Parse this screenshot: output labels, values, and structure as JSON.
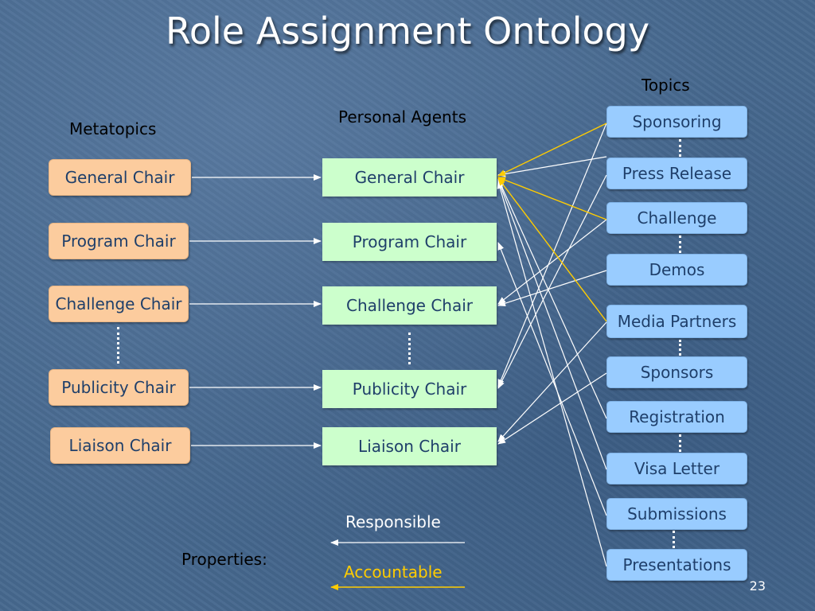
{
  "title": "Role Assignment Ontology",
  "headers": {
    "metatopics": "Metatopics",
    "personal_agents": "Personal Agents",
    "topics": "Topics",
    "properties": "Properties:"
  },
  "metatopics": [
    "General Chair",
    "Program Chair",
    "Challenge Chair",
    "Publicity Chair",
    "Liaison Chair"
  ],
  "agents": [
    "General Chair",
    "Program Chair",
    "Challenge Chair",
    "Publicity Chair",
    "Liaison Chair"
  ],
  "topics": [
    "Sponsoring",
    "Press Release",
    "Challenge",
    "Demos",
    "Media Partners",
    "Sponsors",
    "Registration",
    "Visa Letter",
    "Submissions",
    "Presentations"
  ],
  "legend": {
    "responsible": "Responsible",
    "accountable": "Accountable",
    "responsible_color": "#ffffff",
    "accountable_color": "#ffcc00"
  },
  "page_number": "23",
  "colors": {
    "background": "#47698f",
    "metatopic_fill": "#fccc9e",
    "agent_fill": "#ccffcc",
    "topic_fill": "#99ccff",
    "box_text": "#1f3f6a"
  }
}
